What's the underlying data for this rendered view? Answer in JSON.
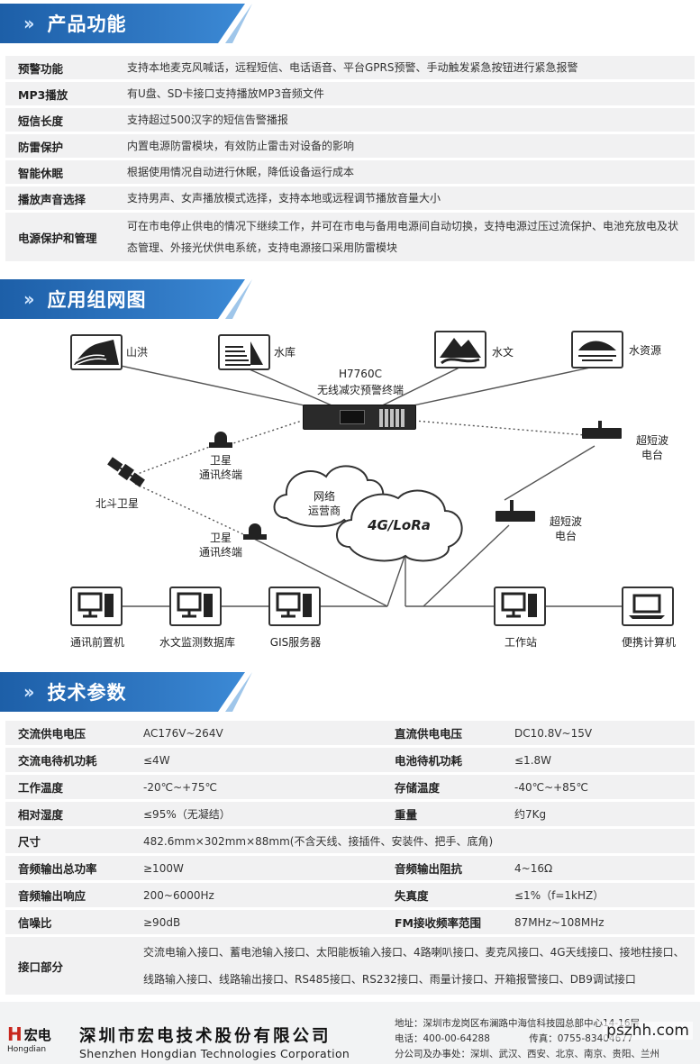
{
  "sections": {
    "functions_title": "产品功能",
    "network_title": "应用组网图",
    "specs_title": "技术参数",
    "chevrons": "››"
  },
  "functions": [
    {
      "key": "预警功能",
      "value": "支持本地麦克风喊话，远程短信、电话语音、平台GPRS预警、手动触发紧急按钮进行紧急报警"
    },
    {
      "key": "MP3播放",
      "value": "有U盘、SD卡接口支持播放MP3音频文件"
    },
    {
      "key": "短信长度",
      "value": "支持超过500汉字的短信告警播报"
    },
    {
      "key": "防雷保护",
      "value": "内置电源防雷模块，有效防止雷击对设备的影响"
    },
    {
      "key": "智能休眠",
      "value": "根据使用情况自动进行休眠，降低设备运行成本"
    },
    {
      "key": "播放声音选择",
      "value": "支持男声、女声播放模式选择，支持本地或远程调节播放音量大小"
    },
    {
      "key": "电源保护和管理",
      "value": "可在市电停止供电的情况下继续工作，并可在市电与备用电源间自动切换，支持电源过压过流保护、电池充放电及状态管理、外接光伏供电系统，支持电源接口采用防雷模块"
    }
  ],
  "network": {
    "terminal_model": "H7760C",
    "terminal_name": "无线减灾预警终端",
    "shanhong": "山洪",
    "shuiku": "水库",
    "shuiwen": "水文",
    "shuiziyuan": "水资源",
    "satellite_terminal_1": "卫星\n通讯终端",
    "satellite_terminal_2": "卫星\n通讯终端",
    "beidou": "北斗卫星",
    "network_operator": "网络\n运营商",
    "lora": "4G/LoRa",
    "radio_1": "超短波\n电台",
    "radio_2": "超短波\n电台",
    "frontend": "通讯前置机",
    "hydro_db": "水文监测数据库",
    "gis": "GIS服务器",
    "workstation": "工作站",
    "laptop": "便携计算机"
  },
  "specs": [
    {
      "k": "交流供电电压",
      "v": "AC176V~264V",
      "k2": "直流供电电压",
      "v2": "DC10.8V~15V"
    },
    {
      "k": "交流电待机功耗",
      "v": "≤4W",
      "k2": "电池待机功耗",
      "v2": "≤1.8W"
    },
    {
      "k": "工作温度",
      "v": "-20℃~+75℃",
      "k2": "存储温度",
      "v2": "-40℃~+85℃"
    },
    {
      "k": "相对湿度",
      "v": "≤95%（无凝结）",
      "k2": "重量",
      "v2": "约7Kg"
    },
    {
      "k": "尺寸",
      "v": "482.6mm×302mm×88mm(不含天线、接插件、安装件、把手、底角)"
    },
    {
      "k": "音频输出总功率",
      "v": "≥100W",
      "k2": "音频输出阻抗",
      "v2": "4~16Ω"
    },
    {
      "k": "音频输出响应",
      "v": "200~6000Hz",
      "k2": "失真度",
      "v2": "≤1%（f=1kHZ）"
    },
    {
      "k": "信噪比",
      "v": "≥90dB",
      "k2": "FM接收频率范围",
      "v2": "87MHz~108MHz"
    },
    {
      "k": "接口部分",
      "v": "交流电输入接口、蓄电池输入接口、太阳能板输入接口、4路喇叭接口、麦克风接口、4G天线接口、接地柱接口、线路输入接口、线路输出接口、RS485接口、RS232接口、雨量计接口、开箱报警接口、DB9调试接口"
    }
  ],
  "footer": {
    "logo_mark": "H",
    "logo_cn": "宏电",
    "logo_en": "Hongdian",
    "company_cn": "深圳市宏电技术股份有限公司",
    "company_en": "Shenzhen Hongdian Technologies Corporation",
    "address": "地址：深圳市龙岗区布澜路中海信科技园总部中心14-16层",
    "phone": "电话：400-00-64288",
    "fax": "传真：0755-83404677",
    "branches": "分公司及办事处：深圳、武汉、西安、北京、南京、贵阳、兰州",
    "website": "pszhh.com"
  }
}
